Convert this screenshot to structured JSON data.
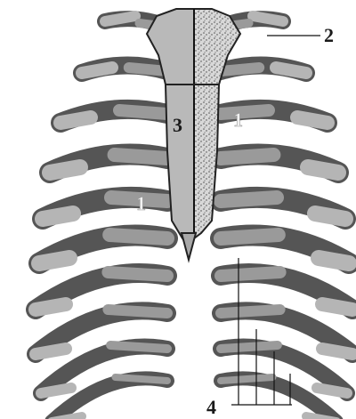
{
  "diagram": {
    "labels": {
      "costal_cartilage": "2",
      "sternum": "3",
      "rib": "1",
      "costal_arch": "4"
    }
  }
}
